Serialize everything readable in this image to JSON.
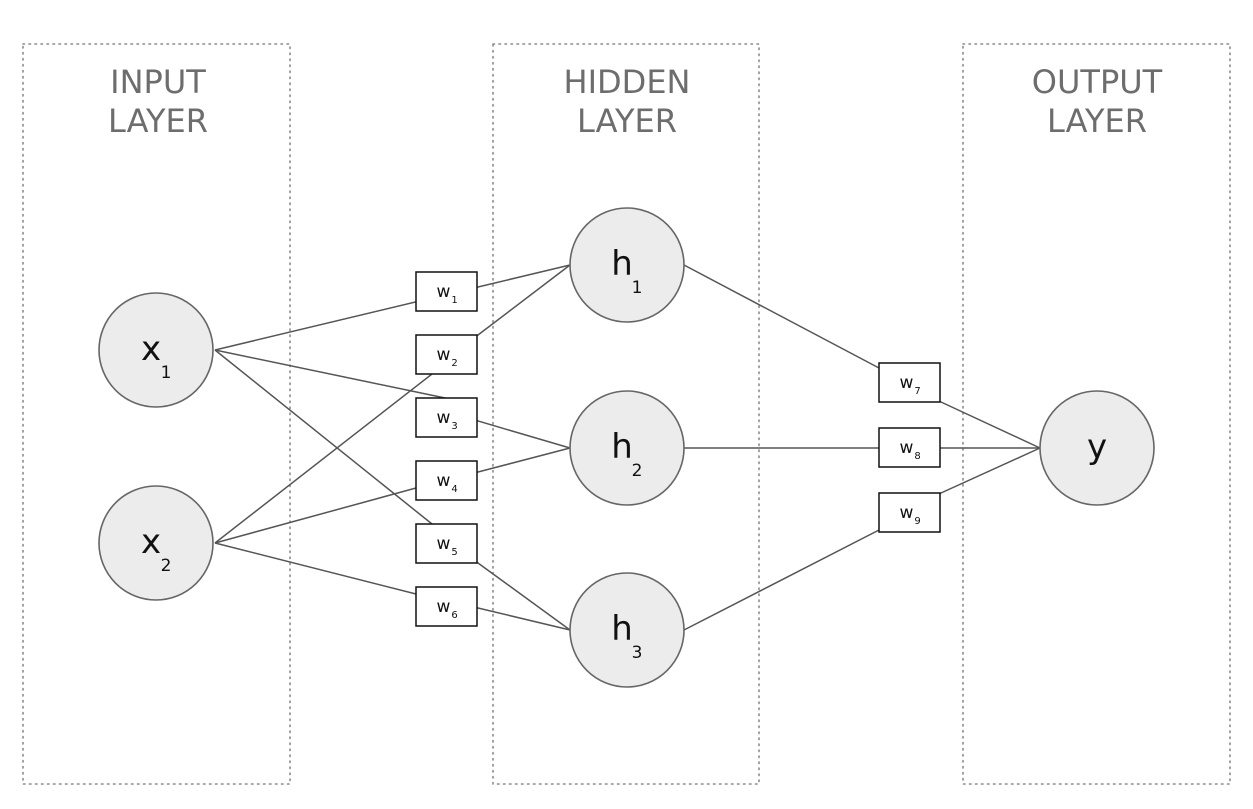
{
  "layers": [
    {
      "id": "input",
      "title_line1": "INPUT",
      "title_line2": "LAYER"
    },
    {
      "id": "hidden",
      "title_line1": "HIDDEN",
      "title_line2": "LAYER"
    },
    {
      "id": "output",
      "title_line1": "OUTPUT",
      "title_line2": "LAYER"
    }
  ],
  "nodes": [
    {
      "id": "x1",
      "layer": "input",
      "label": "x",
      "sub": "1"
    },
    {
      "id": "x2",
      "layer": "input",
      "label": "x",
      "sub": "2"
    },
    {
      "id": "h1",
      "layer": "hidden",
      "label": "h",
      "sub": "1"
    },
    {
      "id": "h2",
      "layer": "hidden",
      "label": "h",
      "sub": "2"
    },
    {
      "id": "h3",
      "layer": "hidden",
      "label": "h",
      "sub": "3"
    },
    {
      "id": "y",
      "layer": "output",
      "label": "y",
      "sub": ""
    }
  ],
  "weights": [
    {
      "id": "w1",
      "label": "w",
      "sub": "1",
      "from": "x1",
      "to": "h1"
    },
    {
      "id": "w2",
      "label": "w",
      "sub": "2",
      "from": "x2",
      "to": "h1"
    },
    {
      "id": "w3",
      "label": "w",
      "sub": "3",
      "from": "x1",
      "to": "h2"
    },
    {
      "id": "w4",
      "label": "w",
      "sub": "4",
      "from": "x2",
      "to": "h2"
    },
    {
      "id": "w5",
      "label": "w",
      "sub": "5",
      "from": "x1",
      "to": "h3"
    },
    {
      "id": "w6",
      "label": "w",
      "sub": "6",
      "from": "x2",
      "to": "h3"
    },
    {
      "id": "w7",
      "label": "w",
      "sub": "7",
      "from": "h1",
      "to": "y"
    },
    {
      "id": "w8",
      "label": "w",
      "sub": "8",
      "from": "h2",
      "to": "y"
    },
    {
      "id": "w9",
      "label": "w",
      "sub": "9",
      "from": "h3",
      "to": "y"
    }
  ]
}
